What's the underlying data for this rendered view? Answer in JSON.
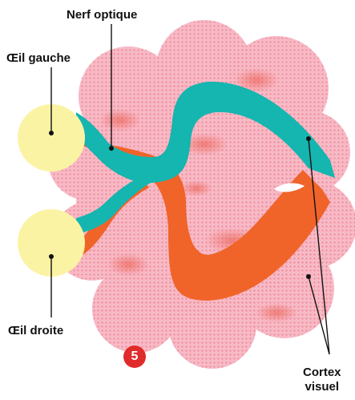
{
  "labels": {
    "optic_nerve": "Nerf optique",
    "left_eye": "Œil gauche",
    "right_eye": "Œil droite",
    "cortex_line1": "Cortex",
    "cortex_line2": "visuel"
  },
  "badge": "5",
  "colors": {
    "brain": "#f7b9c6",
    "brain_dots": "#ee6f7a",
    "eye": "#fbf3a4",
    "left_pathway": "#15b5b0",
    "right_pathway": "#f06429",
    "badge": "#e02b2b",
    "leader_lines": "#111111"
  }
}
